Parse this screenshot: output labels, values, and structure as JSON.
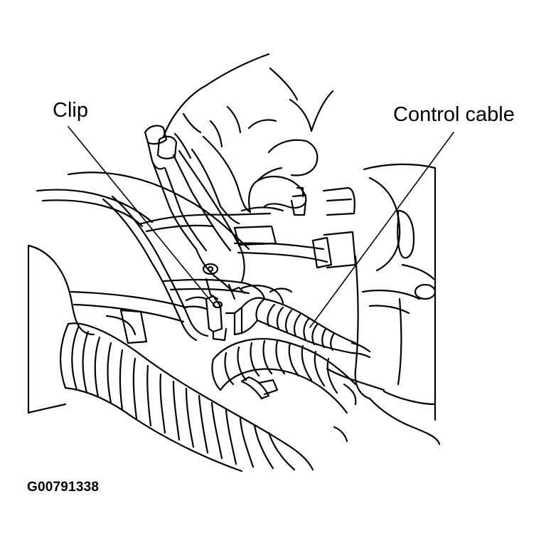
{
  "diagram": {
    "callouts": [
      {
        "id": "clip",
        "text": "Clip"
      },
      {
        "id": "control-cable",
        "text": "Control cable"
      }
    ],
    "figure_code": "G00791338"
  },
  "colors": {
    "ink": "#000000",
    "paper": "#ffffff"
  }
}
